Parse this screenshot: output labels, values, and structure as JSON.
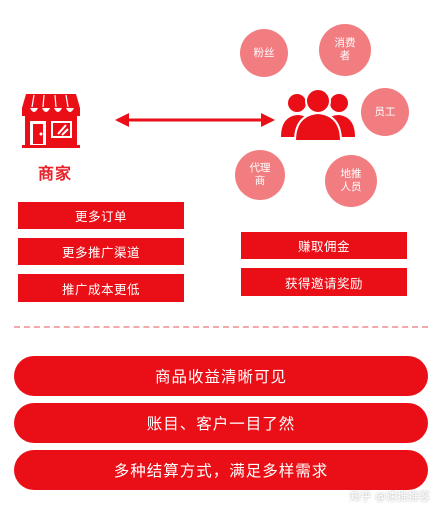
{
  "colors": {
    "primary_red": "#ea0f17",
    "bubble_pink": "#f27d80",
    "divider_pink": "#f4a8aa"
  },
  "icons": {
    "merchant": "storefront-icon",
    "users": "people-group-icon",
    "link": "double-headed-arrow-icon"
  },
  "merchant": {
    "label": "商家",
    "benefits": [
      "更多订单",
      "更多推广渠道",
      "推广成本更低"
    ]
  },
  "promoters": {
    "roles": [
      "粉丝",
      "消费者",
      "员工",
      "代理商",
      "地推人员"
    ],
    "benefits": [
      "赚取佣金",
      "获得邀请奖励"
    ]
  },
  "features": [
    "商品收益清晰可见",
    "账目、客户一目了然",
    "多种结算方式，满足多样需求"
  ],
  "watermark": "知乎 @速推推客"
}
